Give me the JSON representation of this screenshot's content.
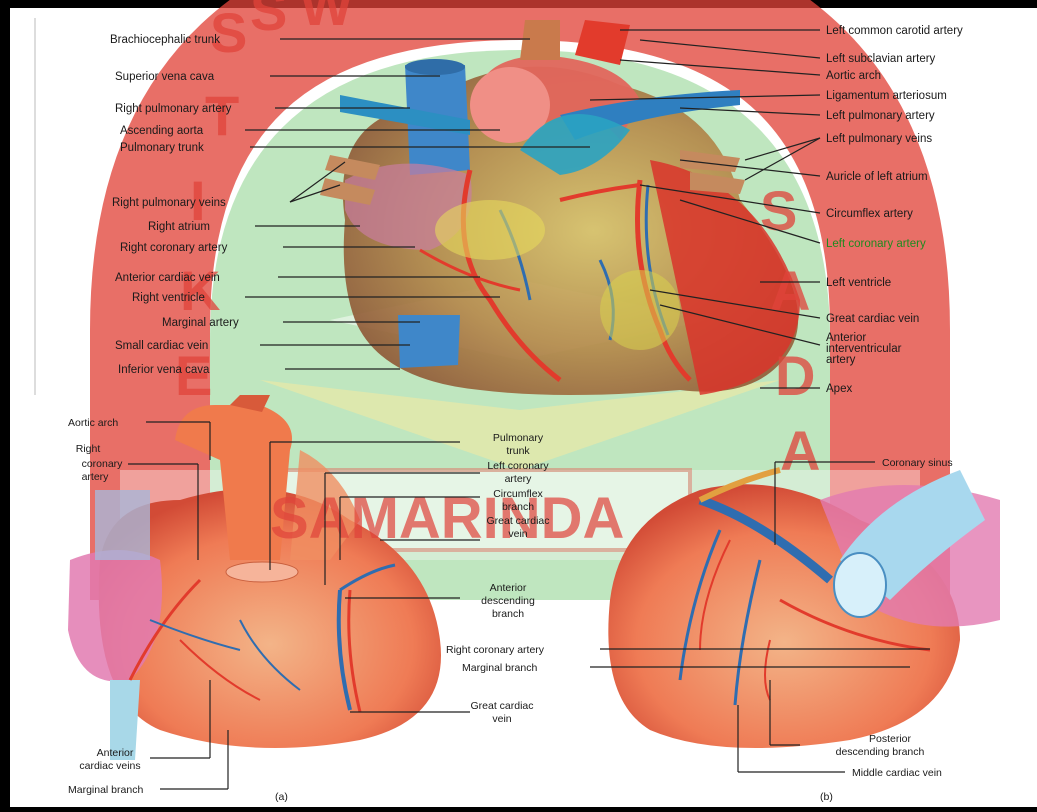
{
  "watermark": {
    "letters": [
      "S",
      "T",
      "I",
      "K",
      "E",
      "S",
      "W",
      "S",
      "A",
      "D",
      "A"
    ],
    "city": "SAMARINDA"
  },
  "top_figure": {
    "left_labels": [
      "Brachiocephalic trunk",
      "Superior vena cava",
      "Right pulmonary artery",
      "Ascending aorta",
      "Pulmonary trunk",
      "Right pulmonary veins",
      "Right atrium",
      "Right coronary artery",
      "Anterior cardiac vein",
      "Right ventricle",
      "Marginal artery",
      "Small cardiac vein",
      "Inferior vena cava"
    ],
    "right_labels": [
      "Left common carotid artery",
      "Left subclavian artery",
      "Aortic arch",
      "Ligamentum arteriosum",
      "Left pulmonary artery",
      "Left pulmonary veins",
      "Auricle of left atrium",
      "Circumflex artery",
      "Left coronary artery",
      "Left ventricle",
      "Great cardiac vein",
      "Anterior",
      "interventricular",
      "artery",
      "Apex"
    ]
  },
  "panel_a": {
    "caption": "(a)",
    "labels": {
      "aortic_arch": "Aortic arch",
      "right_coronary": [
        "Right",
        "coronary",
        "artery"
      ],
      "pulmonary_trunk": [
        "Pulmonary",
        "trunk"
      ],
      "left_coronary": [
        "Left coronary",
        "artery"
      ],
      "circumflex": [
        "Circumflex",
        "branch"
      ],
      "great_cardiac_top": [
        "Great cardiac",
        "vein"
      ],
      "anterior_descending": [
        "Anterior",
        "descending",
        "branch"
      ],
      "great_cardiac_bottom": [
        "Great cardiac",
        "vein"
      ],
      "anterior_cardiac_veins": [
        "Anterior",
        "cardiac veins"
      ],
      "marginal_branch": "Marginal branch"
    }
  },
  "panel_b": {
    "caption": "(b)",
    "labels": {
      "coronary_sinus": "Coronary sinus",
      "right_coronary": "Right coronary artery",
      "marginal_branch": "Marginal branch",
      "posterior_descending": [
        "Posterior",
        "descending branch"
      ],
      "middle_cardiac": "Middle cardiac vein"
    }
  },
  "colors": {
    "highlight_label": "#1f8a1f",
    "watermark_red": "#d8322e",
    "watermark_green": "#9bd49a",
    "artery": "#e23b2c",
    "vein": "#3a7fc4"
  }
}
